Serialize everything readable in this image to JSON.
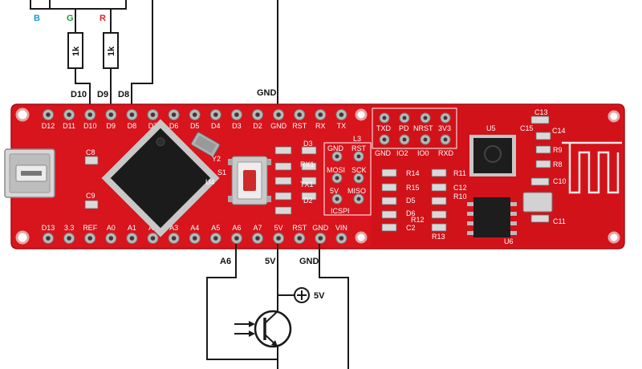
{
  "wire_labels": {
    "b": "B",
    "g": "G",
    "r": "R",
    "d10": "D10",
    "d9": "D9",
    "d8": "D8",
    "gnd_top": "GND",
    "a6": "A6",
    "v5": "5V",
    "gnd_bottom": "GND",
    "plus_5v": "5V"
  },
  "resistors": {
    "r1": "1k",
    "r2": "1k"
  },
  "top_pins": [
    "D12",
    "D11",
    "D10",
    "D9",
    "D8",
    "D7",
    "D6",
    "D5",
    "D4",
    "D3",
    "D2",
    "GND",
    "RST",
    "RX",
    "TX"
  ],
  "bottom_pins": [
    "D13",
    "3.3",
    "REF",
    "A0",
    "A1",
    "A2",
    "A3",
    "A4",
    "A5",
    "A6",
    "A7",
    "5V",
    "RST",
    "GND",
    "VIN"
  ],
  "esp_header_top": [
    "TXD",
    "PD",
    "NRST",
    "3V3"
  ],
  "esp_header_bottom": [
    "GND",
    "IO2",
    "IO0",
    "RXD"
  ],
  "icspi": [
    "GND",
    "RST",
    "MOSI",
    "SCK",
    "5V",
    "MISO",
    "ICSPI"
  ],
  "leds": [
    "D3",
    "RX1",
    "TX1",
    "D2"
  ],
  "left_labels": [
    "C8",
    "C9",
    "Y2",
    "S1",
    "U4"
  ],
  "right_labels": [
    "R14",
    "R15",
    "D5",
    "D6",
    "C2",
    "R11",
    "C12",
    "R10",
    "R12",
    "R13",
    "U5",
    "U6",
    "C13",
    "C14",
    "C15",
    "R8",
    "C10",
    "C11",
    "L3",
    "R9"
  ],
  "colors": {
    "board": "#d8141c",
    "board_edge": "#b30d14",
    "b_label": "#1a9ad7",
    "g_label": "#1f9a3a",
    "r_label": "#e02020"
  }
}
